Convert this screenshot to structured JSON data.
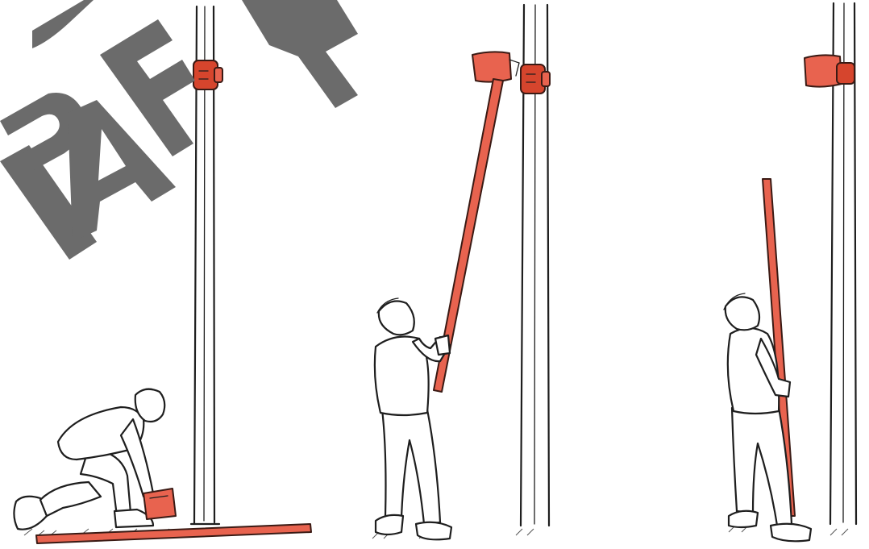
{
  "watermark": {
    "text": "DRAFT",
    "color": "#6b6b6b"
  },
  "colors": {
    "accent": "#e8634f",
    "accent_dark": "#d6452d",
    "ink": "#1e1e1e",
    "background": "#ffffff"
  },
  "panels": [
    {
      "name": "step-kneel-pick-up-cup",
      "figure": "kneeling-man",
      "holds": "detector-head"
    },
    {
      "name": "step-raise-pole-to-detector",
      "figure": "standing-man",
      "holds": "extension-pole"
    },
    {
      "name": "step-lower-pole",
      "figure": "standing-man",
      "holds": "extension-pole"
    }
  ],
  "icons": [
    "smoke-detector-icon",
    "tester-cup-icon",
    "extension-pole-icon"
  ]
}
